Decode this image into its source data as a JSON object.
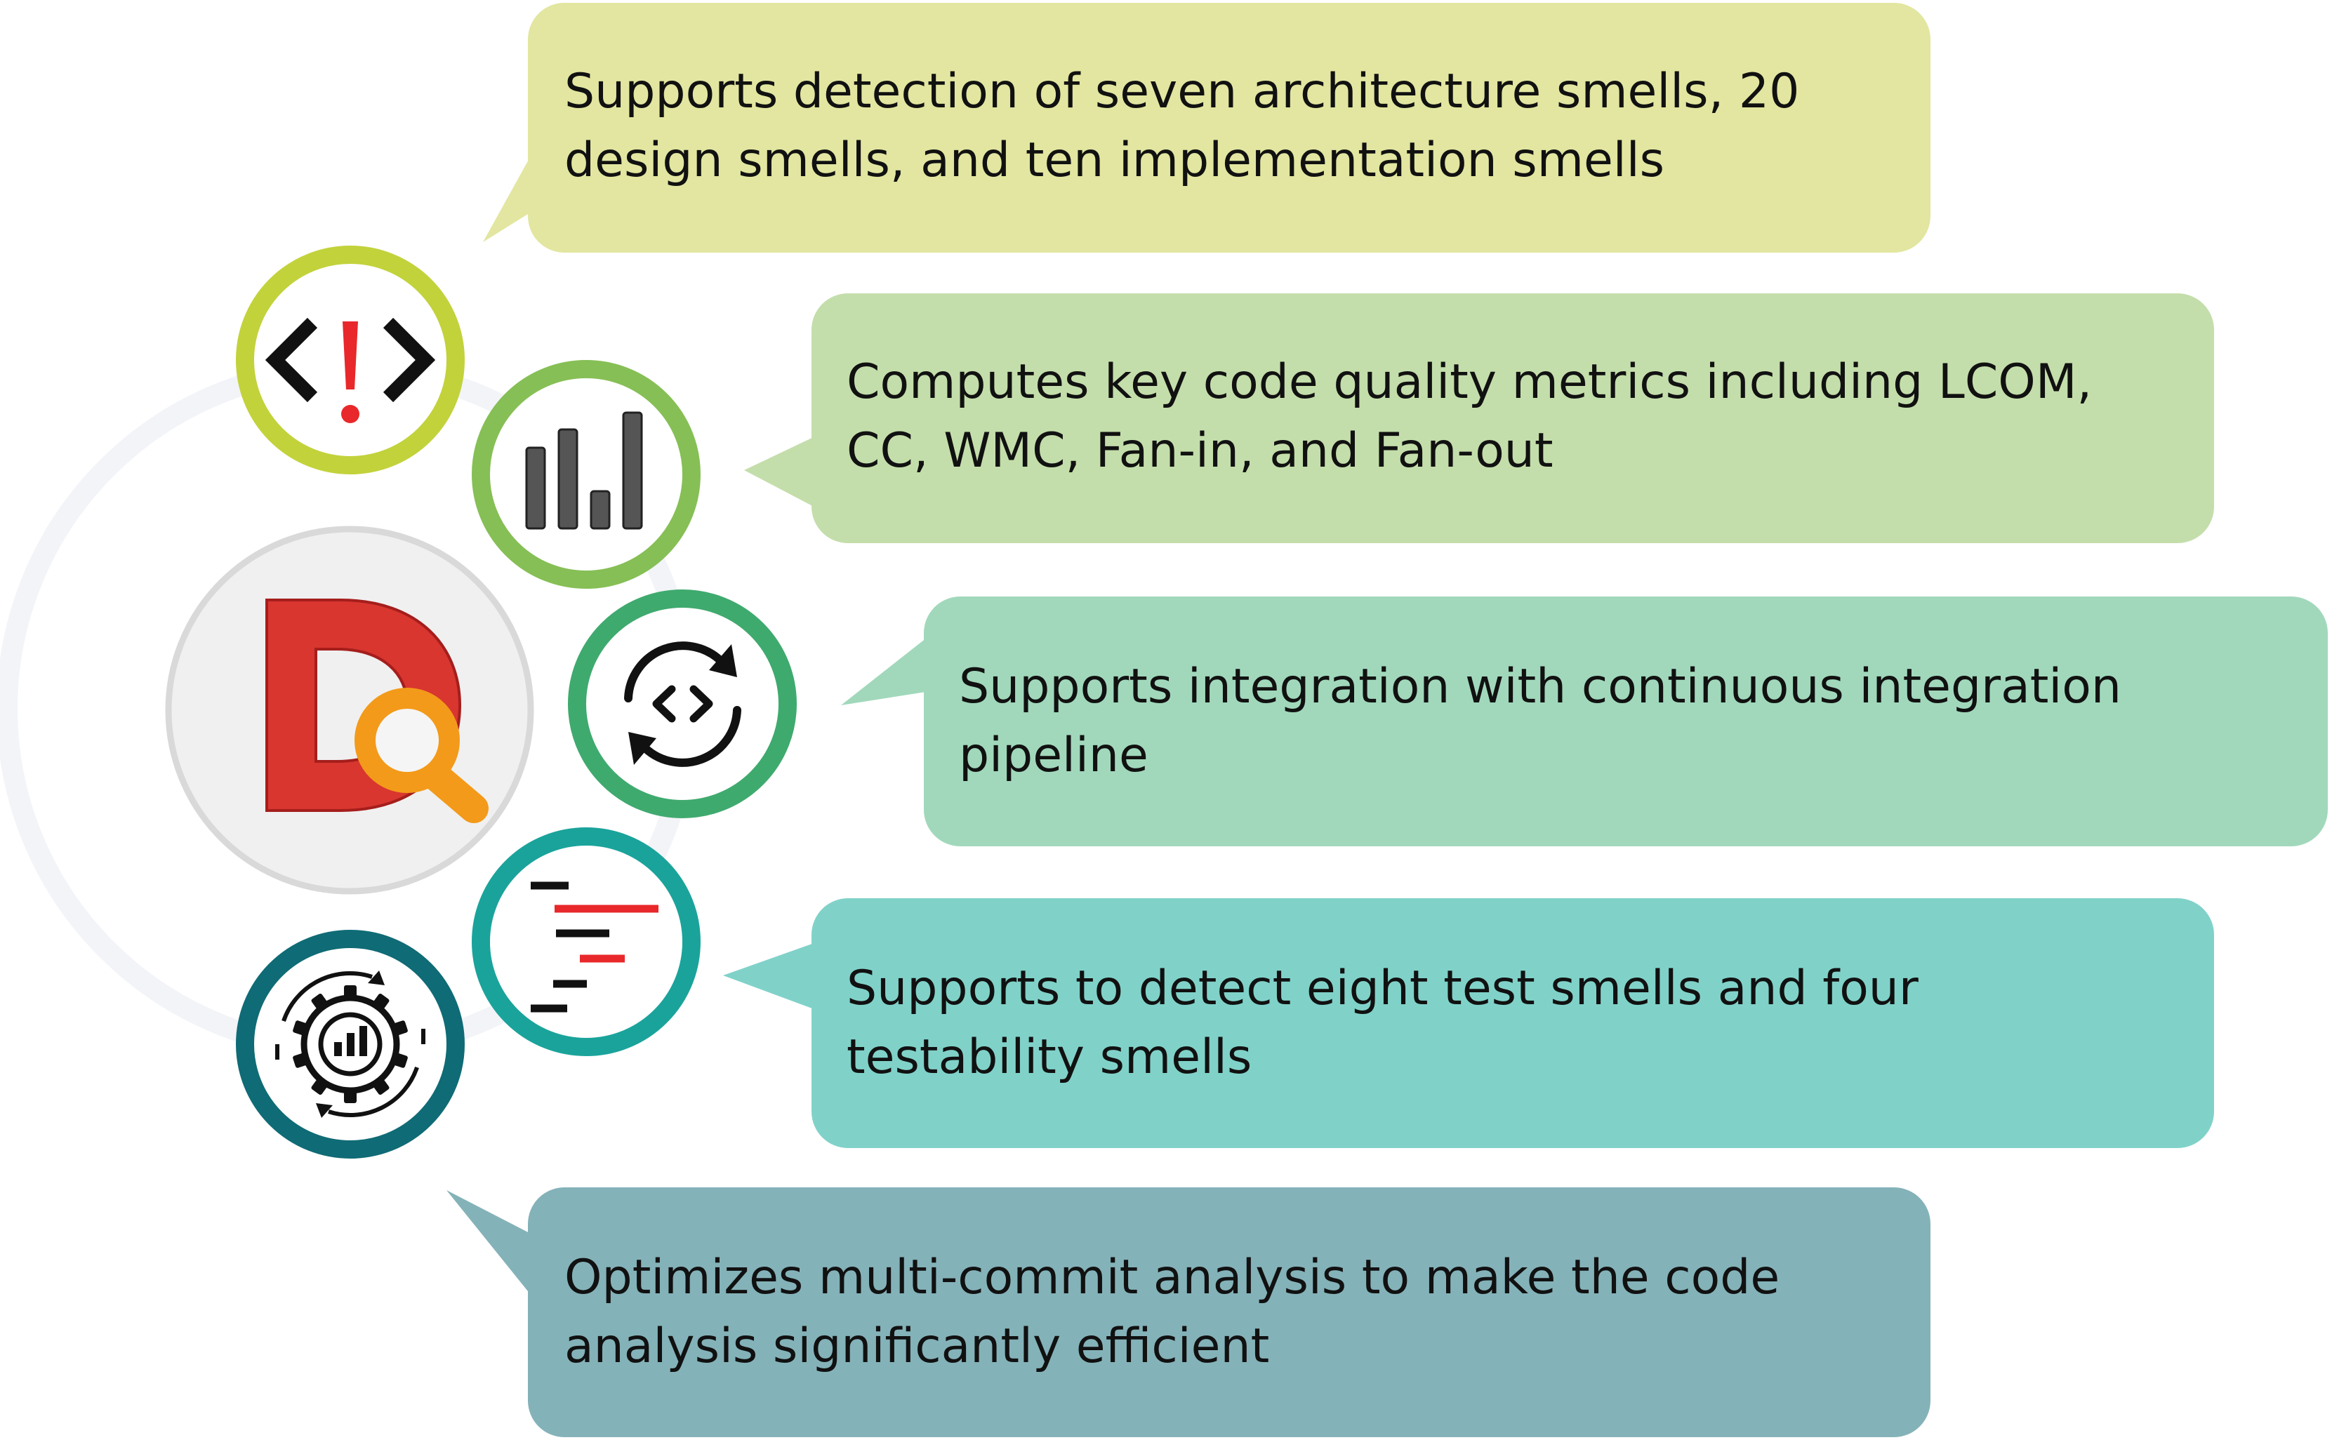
{
  "colors": {
    "callout_1": "#e2e6a0",
    "callout_2": "#c4deab",
    "callout_3": "#a1d8bb",
    "callout_4": "#80d2c9",
    "callout_5": "#84b2b9",
    "ring_1": "#c2d23b",
    "ring_2": "#86bf55",
    "ring_3": "#3faa6e",
    "ring_4": "#1aa39b",
    "ring_5": "#0f6b75",
    "logo_red": "#d8362f",
    "magnifier_orange": "#f39a1a",
    "alert_red": "#e8282b",
    "text": "#111111"
  },
  "features": [
    {
      "icon": "code-alert-icon",
      "lines": [
        "Supports detection of seven architecture smells, 20",
        "design smells, and ten implementation smells"
      ]
    },
    {
      "icon": "bar-chart-icon",
      "lines": [
        "Computes key code quality metrics including LCOM,",
        "CC, WMC, Fan-in, and Fan-out"
      ]
    },
    {
      "icon": "code-sync-icon",
      "lines": [
        "Supports integration with continuous integration",
        "pipeline"
      ]
    },
    {
      "icon": "test-lines-icon",
      "lines": [
        "Supports to detect eight test smells and four",
        "testability smells"
      ]
    },
    {
      "icon": "gear-chart-icon",
      "lines": [
        "Optimizes multi-commit analysis to make the code",
        "analysis significantly efficient"
      ]
    }
  ],
  "center_logo": {
    "icon": "designite-logo-icon"
  }
}
